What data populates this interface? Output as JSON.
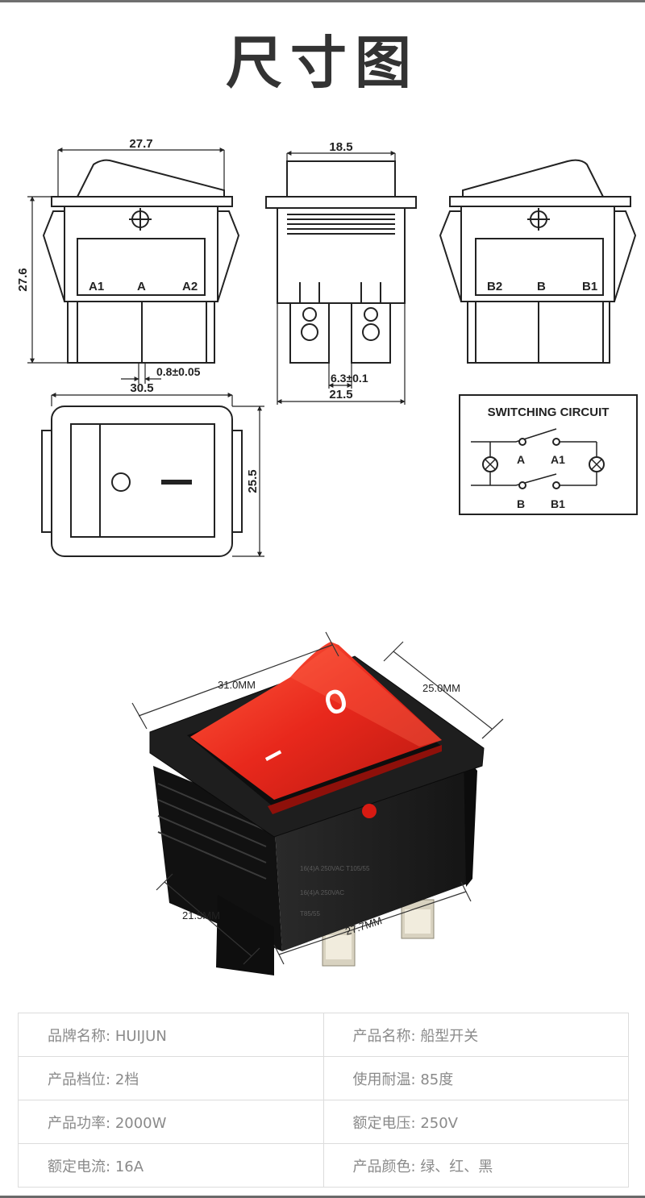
{
  "title": "尺寸图",
  "drawing": {
    "dims": {
      "front_width": "27.7",
      "height": "27.6",
      "side_width": "18.5",
      "terminal_gap": "0.8±0.05",
      "bottom_width": "30.5",
      "terminal_width": "6.3±0.1",
      "side_depth": "21.5",
      "top_height": "25.5"
    },
    "front_labels": [
      "A1",
      "A",
      "A2"
    ],
    "back_labels": [
      "B2",
      "B",
      "B1"
    ],
    "switch_symbols": [
      "O",
      "—"
    ],
    "circuit": {
      "title": "SWITCHING CIRCUIT",
      "labels": [
        "A",
        "A1",
        "B",
        "B1"
      ]
    }
  },
  "photo": {
    "dims": {
      "width": "31.0MM",
      "depth": "25.0MM",
      "height": "21.5MM",
      "terminal": "27.7MM"
    },
    "rocker_symbols": [
      "O",
      "I"
    ],
    "colors": {
      "rocker": "#e8281c",
      "body": "#1c1c1c",
      "terminal": "#d8d2c0"
    }
  },
  "specs": [
    {
      "label": "品牌名称:",
      "value": "HUIJUN"
    },
    {
      "label": "产品名称:",
      "value": "船型开关"
    },
    {
      "label": "产品档位:",
      "value": "2档"
    },
    {
      "label": "使用耐温:",
      "value": "85度"
    },
    {
      "label": "产品功率:",
      "value": "2000W"
    },
    {
      "label": "额定电压:",
      "value": "250V"
    },
    {
      "label": "额定电流:",
      "value": "16A"
    },
    {
      "label": "产品颜色:",
      "value": "绿、红、黑"
    }
  ]
}
